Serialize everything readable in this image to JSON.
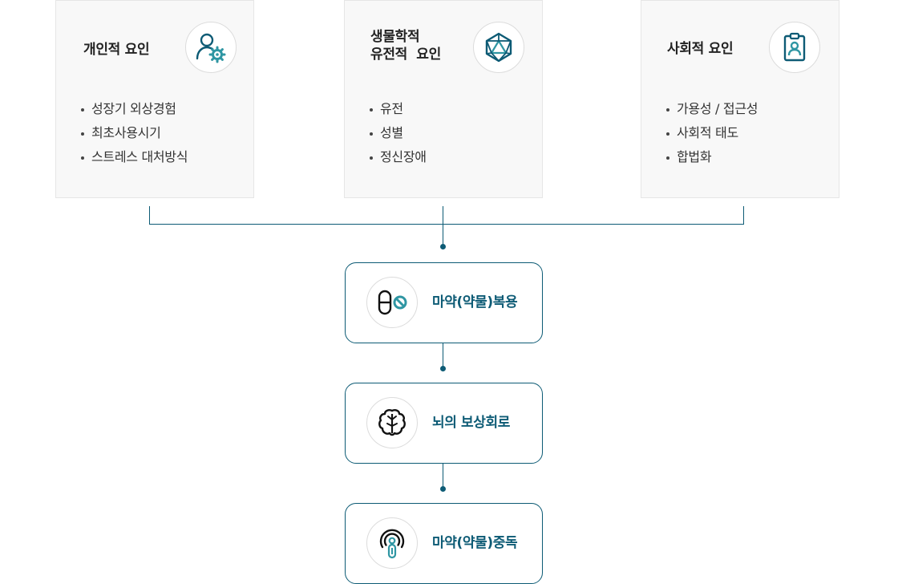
{
  "cards": [
    {
      "title": "개인적 요인",
      "icon": "person-gear-icon",
      "items": [
        "성장기 외상경험",
        "최초사용시기",
        "스트레스 대처방식"
      ]
    },
    {
      "title_line1": "생물학적",
      "title_line2": "유전적  요인",
      "icon": "polyhedron-icon",
      "items": [
        "유전",
        "성별",
        "정신장애"
      ]
    },
    {
      "title": "사회적 요인",
      "icon": "id-badge-icon",
      "items": [
        "가용성 / 접근성",
        "사회적 태도",
        "합법화"
      ]
    }
  ],
  "steps": [
    {
      "label": "마약(약물)복용",
      "icon": "pill-prohibited-icon"
    },
    {
      "label": "뇌의 보상회로",
      "icon": "brain-icon"
    },
    {
      "label": "마약(약물)중독",
      "icon": "addiction-target-icon"
    }
  ],
  "colors": {
    "accent": "#0d5b75",
    "icon_teal": "#2f96a3",
    "card_bg": "#f8f8f8"
  }
}
